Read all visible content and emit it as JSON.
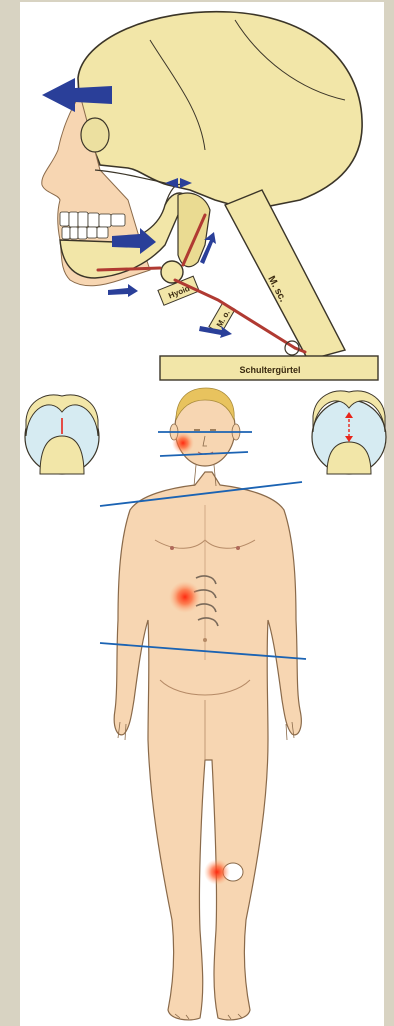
{
  "skull_figure": {
    "labels": {
      "hyoid": "Hyoid",
      "shoulder_girdle": "Schultergürtel",
      "neck_muscle": "M. sc.",
      "lower_muscle": "M. o."
    }
  },
  "body_figure": {},
  "colors": {
    "frame": "#d8d3c2",
    "panel": "#ffffff",
    "bone": "#f2e6a8",
    "bone_outline": "#3b3528",
    "skin": "#f7d6b2",
    "skin_outline": "#8a6a4a",
    "arrow_blue": "#2a3f99",
    "muscle_red": "#b03a32",
    "axis_blue": "#1b63b3",
    "pain_red": "#e8241a",
    "joint_fluid": "#d6ebf2"
  }
}
